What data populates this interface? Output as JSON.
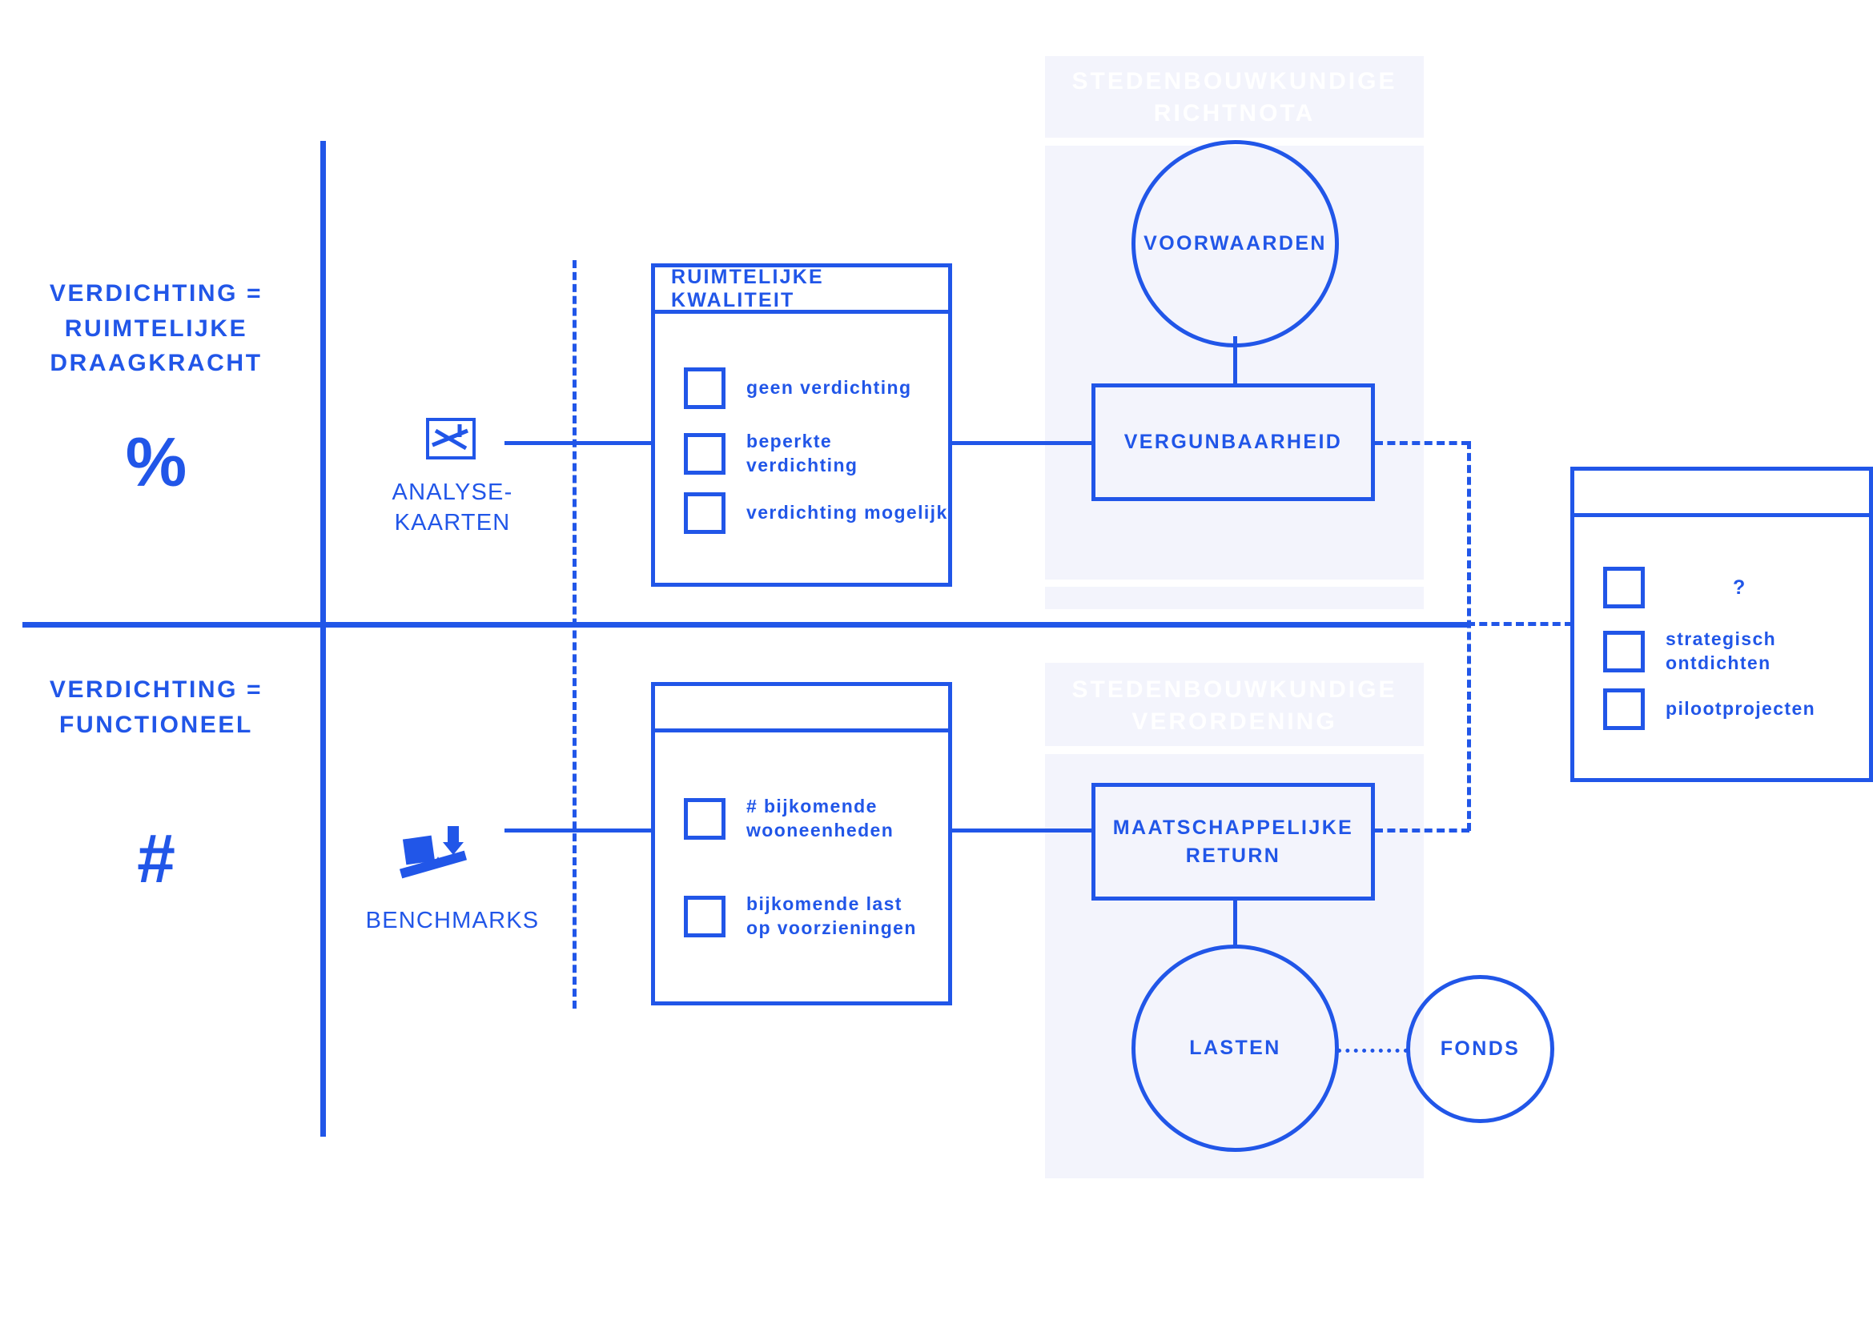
{
  "colors": {
    "accent": "#2156e8",
    "band": "#f3f4fc",
    "band_label": "#ffffff",
    "page": "#ffffff"
  },
  "axis": {
    "top": {
      "label": "VERDICHTING =\nRUIMTELIJKE\nDRAAGKRACHT",
      "glyph": "%"
    },
    "bottom": {
      "label": "VERDICHTING =\nFUNCTIONEEL",
      "glyph": "#"
    }
  },
  "sources": {
    "top": {
      "caption": "ANALYSE-\nKAARTEN",
      "icon": "map-analysis-icon"
    },
    "bottom": {
      "caption": "BENCHMARKS",
      "icon": "balance-scale-icon"
    }
  },
  "panels": {
    "quality": {
      "title": "RUIMTELIJKE KWALITEIT",
      "items": [
        "geen verdichting",
        "beperkte verdichting",
        "verdichting mogelijk"
      ]
    },
    "functional": {
      "title": "",
      "items": [
        "# bijkomende\nwooneenheden",
        "bijkomende last\nop voorzieningen"
      ]
    },
    "outcome": {
      "title": "",
      "items": [
        "?",
        "strategisch ontdichten",
        "pilootprojecten"
      ]
    }
  },
  "bands": {
    "top": "STEDENBOUWKUNDIGE\nRICHTNOTA",
    "bottom": "STEDENBOUWKUNDIGE\nVERORDENING"
  },
  "nodes": {
    "voorwaarden": "VOORWAARDEN",
    "vergunbaarheid": "VERGUNBAARHEID",
    "maatschappelijke_return": "MAATSCHAPPELIJKE\nRETURN",
    "lasten": "LASTEN",
    "fonds": "FONDS"
  }
}
